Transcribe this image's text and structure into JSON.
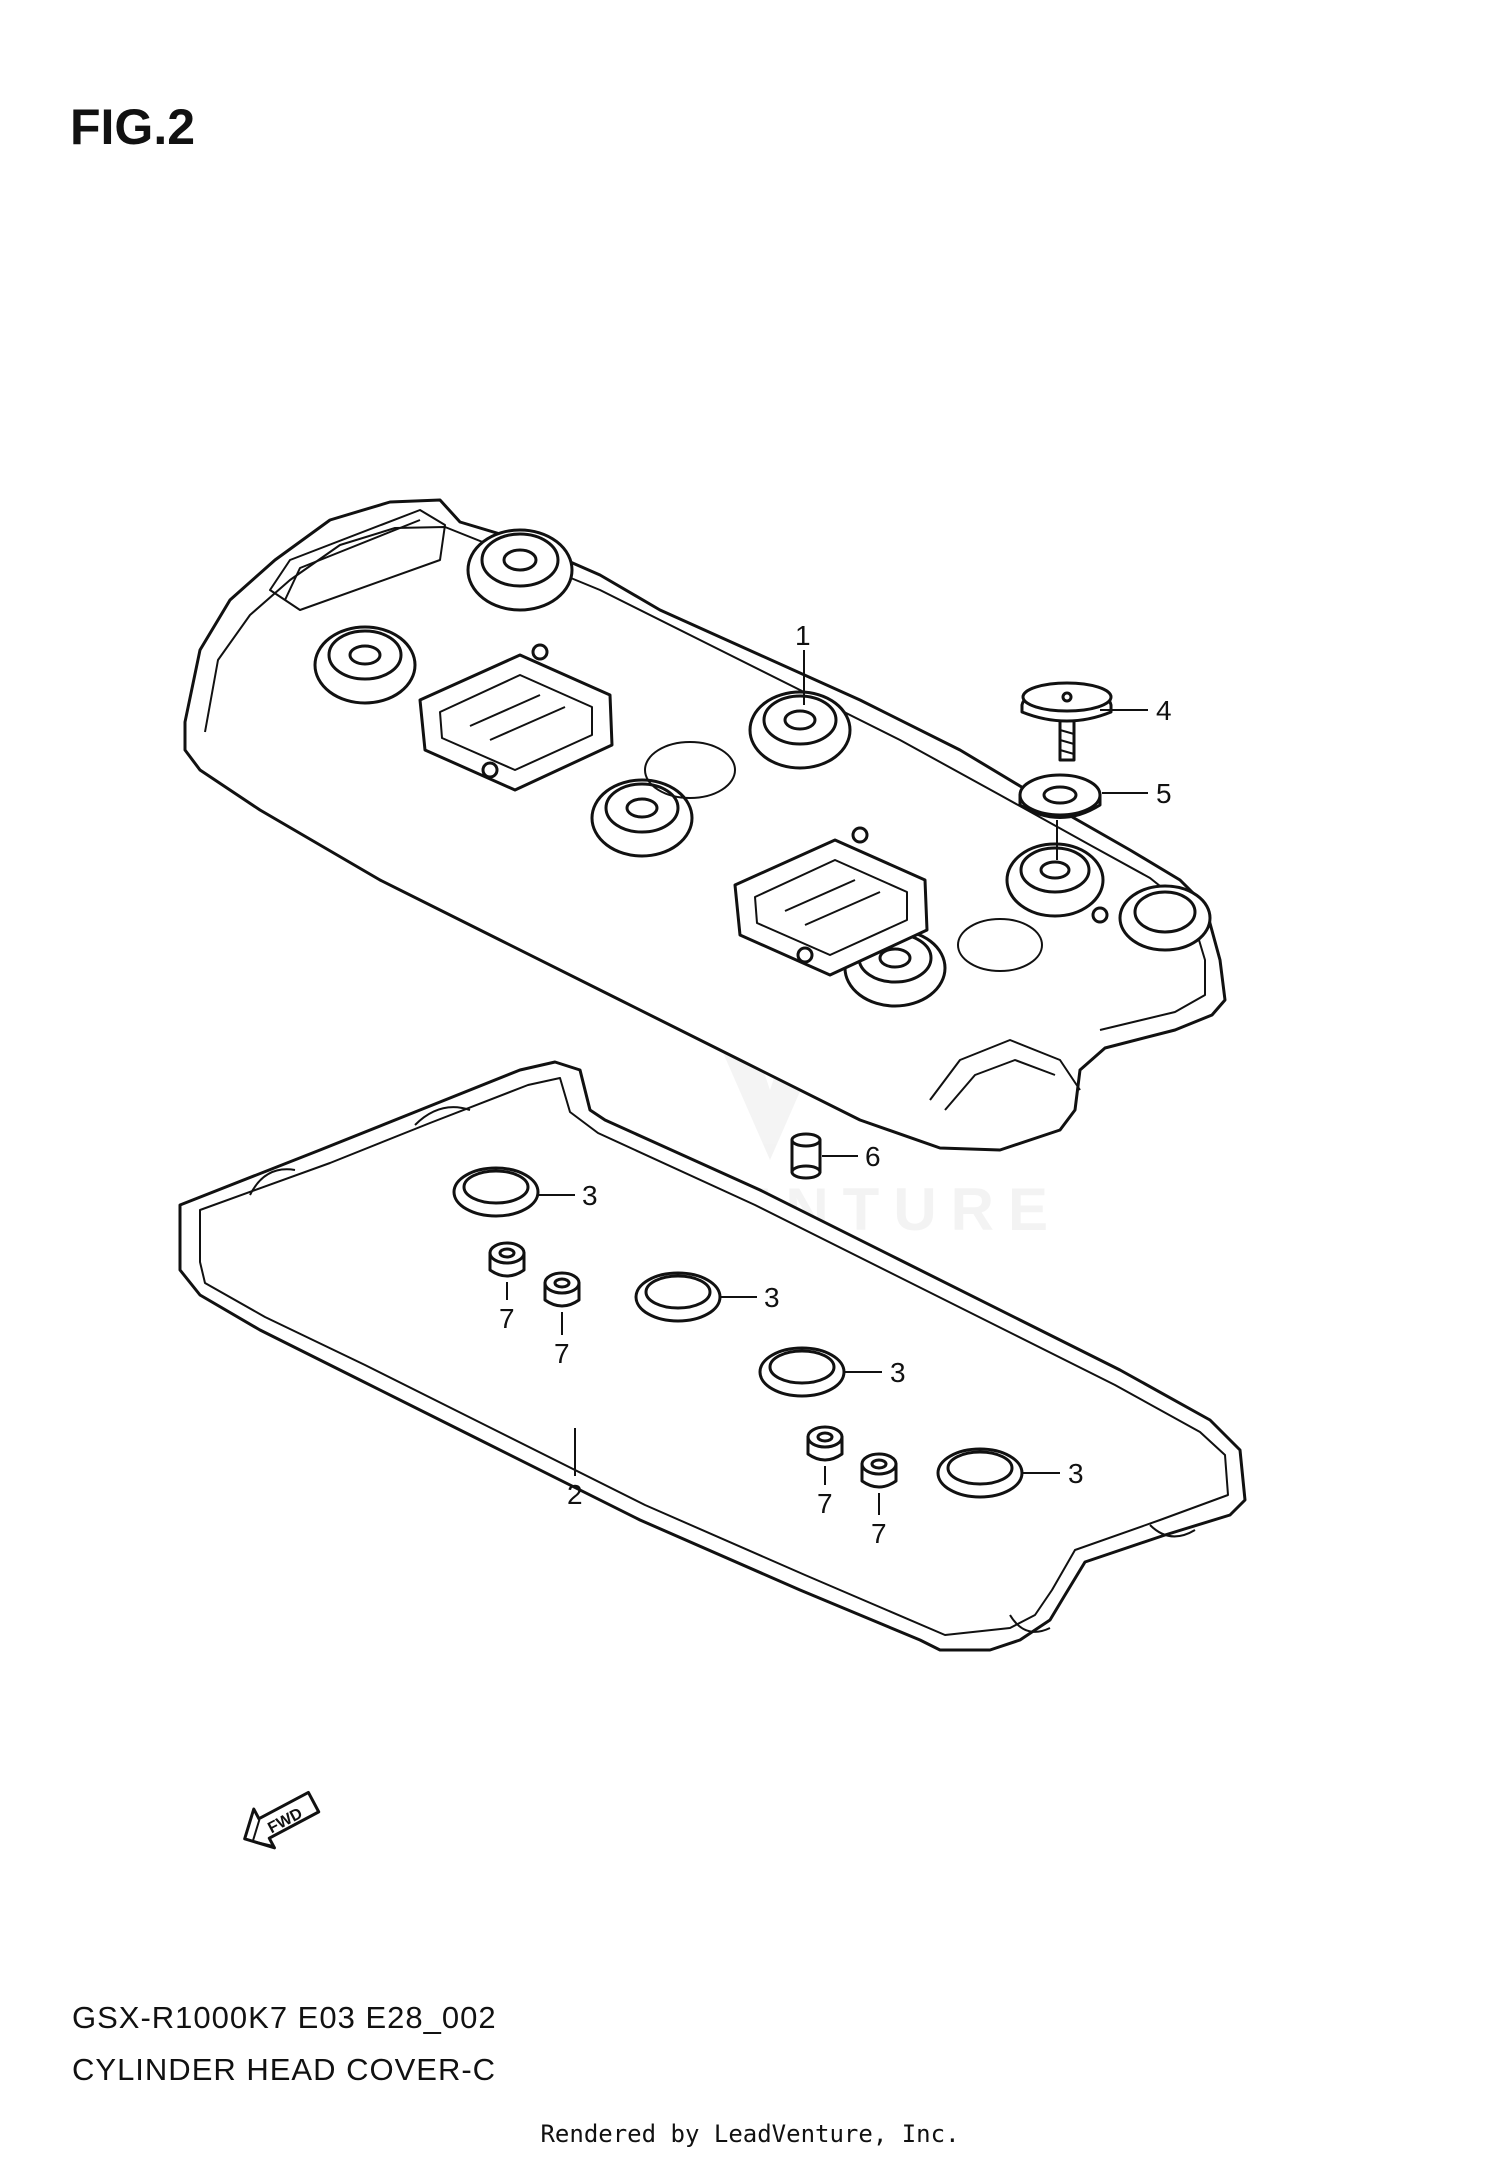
{
  "figure": {
    "title": "FIG.2",
    "model_code": "GSX-R1000K7 E03 E28_002",
    "section_name": "CYLINDER HEAD COVER-C"
  },
  "footer": {
    "rendered_by": "Rendered by LeadVenture, Inc."
  },
  "watermark": {
    "text": "LEADVENTURE"
  },
  "direction_marker": {
    "label": "FWD"
  },
  "callouts": [
    {
      "id": "callout-1",
      "label": "1"
    },
    {
      "id": "callout-2",
      "label": "2"
    },
    {
      "id": "callout-3a",
      "label": "3"
    },
    {
      "id": "callout-3b",
      "label": "3"
    },
    {
      "id": "callout-3c",
      "label": "3"
    },
    {
      "id": "callout-3d",
      "label": "3"
    },
    {
      "id": "callout-4",
      "label": "4"
    },
    {
      "id": "callout-5",
      "label": "5"
    },
    {
      "id": "callout-6",
      "label": "6"
    },
    {
      "id": "callout-7a",
      "label": "7"
    },
    {
      "id": "callout-7b",
      "label": "7"
    },
    {
      "id": "callout-7c",
      "label": "7"
    },
    {
      "id": "callout-7d",
      "label": "7"
    }
  ]
}
